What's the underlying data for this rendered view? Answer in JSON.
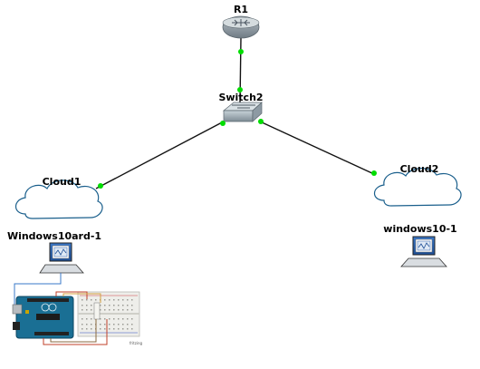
{
  "topology": {
    "nodes": [
      {
        "id": "r1",
        "label": "R1",
        "kind": "router-icon"
      },
      {
        "id": "switch2",
        "label": "Switch2",
        "kind": "switch-icon"
      },
      {
        "id": "cloud1",
        "label": "Cloud1",
        "kind": "cloud-icon"
      },
      {
        "id": "cloud2",
        "label": "Cloud2",
        "kind": "cloud-icon"
      },
      {
        "id": "win-ard",
        "label": "Windows10ard-1",
        "kind": "computer-icon"
      },
      {
        "id": "win10",
        "label": "windows10-1",
        "kind": "computer-icon"
      }
    ],
    "links": [
      {
        "from": "r1",
        "to": "switch2",
        "status": "up"
      },
      {
        "from": "switch2",
        "to": "cloud1",
        "status": "up"
      },
      {
        "from": "switch2",
        "to": "cloud2",
        "status": "up"
      }
    ],
    "link_up_color": "#00dd00",
    "breadboard_caption": "fritzing"
  }
}
